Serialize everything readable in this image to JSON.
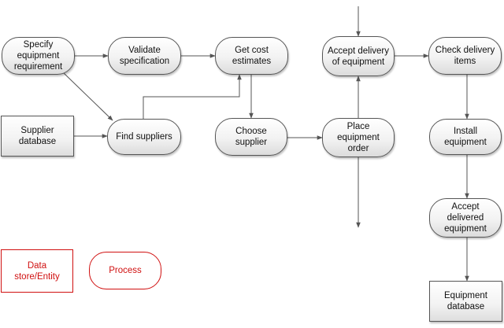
{
  "nodes": {
    "specify": "Specify equipment requirement",
    "validate": "Validate specification",
    "cost": "Get cost estimates",
    "accept_delivery": "Accept delivery of equipment",
    "check": "Check delivery items",
    "supplier_db": "Supplier database",
    "find": "Find suppliers",
    "choose": "Choose supplier",
    "place": "Place equipment order",
    "install": "Install equipment",
    "accept_delivered": "Accept delivered equipment",
    "equipment_db": "Equipment database"
  },
  "legend": {
    "store": "Data store/Entity",
    "process": "Process"
  },
  "colors": {
    "line": "#555555",
    "legend": "#d01010"
  }
}
